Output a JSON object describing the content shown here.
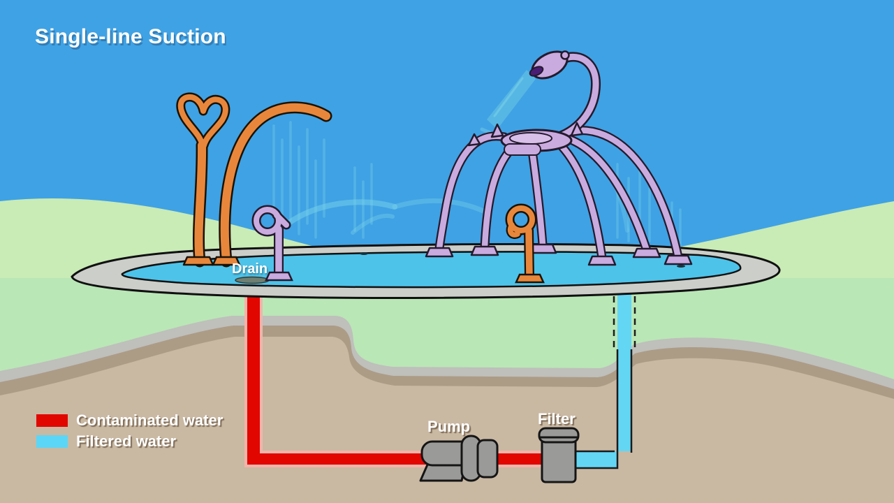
{
  "title": "Single-line Suction",
  "labels": {
    "drain": "Drain",
    "pump": "Pump",
    "filter": "Filter"
  },
  "legend": {
    "items": [
      {
        "label": "Contaminated water",
        "color": "#e10600"
      },
      {
        "label": "Filtered water",
        "color": "#5cd6f7"
      }
    ]
  },
  "colors": {
    "sky": "#3fa2e4",
    "hill_green": "#c9ebb6",
    "grass_green": "#b9e7b6",
    "pad_concrete": "#cbcec9",
    "water": "#4dc3ea",
    "dirt_gray_band": "#bfbfbb",
    "dirt_dark_band": "#ac9c86",
    "dirt_tan": "#c9b8a2",
    "pipe_contaminated": "#e10600",
    "pipe_edge_pink": "#f2b4ab",
    "pipe_filtered": "#63d6f4",
    "feature_orange": "#e8873b",
    "feature_purple": "#c9abdf",
    "equipment_gray": "#9a9a98",
    "spray": "#7fd8ea"
  }
}
